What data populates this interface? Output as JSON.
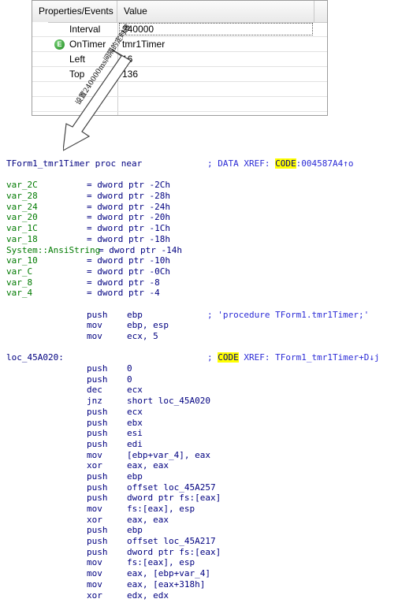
{
  "inspector": {
    "header_name": "Properties/Events",
    "header_value": "Value",
    "rows": [
      {
        "name": "Interval",
        "value": "240000"
      },
      {
        "name": "OnTimer",
        "value": "tmr1Timer",
        "icon": "event-icon"
      },
      {
        "name": "Left",
        "value": "16"
      },
      {
        "name": "Top",
        "value": "136"
      }
    ],
    "event_icon_glyph": "E"
  },
  "callout": {
    "text": "设置240000ms间隔的定时器"
  },
  "asm": {
    "proc_name": "TForm1_tmr1Timer",
    "proc_kw": " proc near",
    "xref1_pre": "; DATA XREF: ",
    "xref1_code": "CODE",
    "xref1_post": ":004587A4↑o",
    "vars": [
      {
        "name": "var_2C",
        "def": "= dword ptr -2Ch"
      },
      {
        "name": "var_28",
        "def": "= dword ptr -28h"
      },
      {
        "name": "var_24",
        "def": "= dword ptr -24h"
      },
      {
        "name": "var_20",
        "def": "= dword ptr -20h"
      },
      {
        "name": "var_1C",
        "def": "= dword ptr -1Ch"
      },
      {
        "name": "var_18",
        "def": "= dword ptr -18h"
      },
      {
        "name": "System::AnsiString",
        "def": "= dword ptr -14h"
      },
      {
        "name": "var_10",
        "def": "= dword ptr -10h"
      },
      {
        "name": "var_C",
        "def": "= dword ptr -0Ch"
      },
      {
        "name": "var_8",
        "def": "= dword ptr -8"
      },
      {
        "name": "var_4",
        "def": "= dword ptr -4"
      }
    ],
    "prologue": [
      {
        "op": "push",
        "arg": "ebp",
        "cmt": "; 'procedure TForm1.tmr1Timer;'"
      },
      {
        "op": "mov",
        "arg": "ebp, esp",
        "cmt": ""
      },
      {
        "op": "mov",
        "arg": "ecx, 5",
        "cmt": ""
      }
    ],
    "loc_label": "loc_45A020:",
    "xref2_pre": "; ",
    "xref2_code": "CODE",
    "xref2_post": " XREF: TForm1_tmr1Timer+D↓j",
    "body": [
      {
        "op": "push",
        "arg": "0"
      },
      {
        "op": "push",
        "arg": "0"
      },
      {
        "op": "dec",
        "arg": "ecx"
      },
      {
        "op": "jnz",
        "arg": "short loc_45A020"
      },
      {
        "op": "push",
        "arg": "ecx"
      },
      {
        "op": "push",
        "arg": "ebx"
      },
      {
        "op": "push",
        "arg": "esi"
      },
      {
        "op": "push",
        "arg": "edi"
      },
      {
        "op": "mov",
        "arg": "[ebp+var_4], eax"
      },
      {
        "op": "xor",
        "arg": "eax, eax"
      },
      {
        "op": "push",
        "arg": "ebp"
      },
      {
        "op": "push",
        "arg": "offset loc_45A257"
      },
      {
        "op": "push",
        "arg": "dword ptr fs:[eax]"
      },
      {
        "op": "mov",
        "arg": "fs:[eax], esp"
      },
      {
        "op": "xor",
        "arg": "eax, eax"
      },
      {
        "op": "push",
        "arg": "ebp"
      },
      {
        "op": "push",
        "arg": "offset loc_45A217"
      },
      {
        "op": "push",
        "arg": "dword ptr fs:[eax]"
      },
      {
        "op": "mov",
        "arg": "fs:[eax], esp"
      },
      {
        "op": "mov",
        "arg": "eax, [ebp+var_4]"
      },
      {
        "op": "mov",
        "arg": "eax, [eax+318h]"
      },
      {
        "op": "xor",
        "arg": "edx, edx"
      }
    ]
  }
}
